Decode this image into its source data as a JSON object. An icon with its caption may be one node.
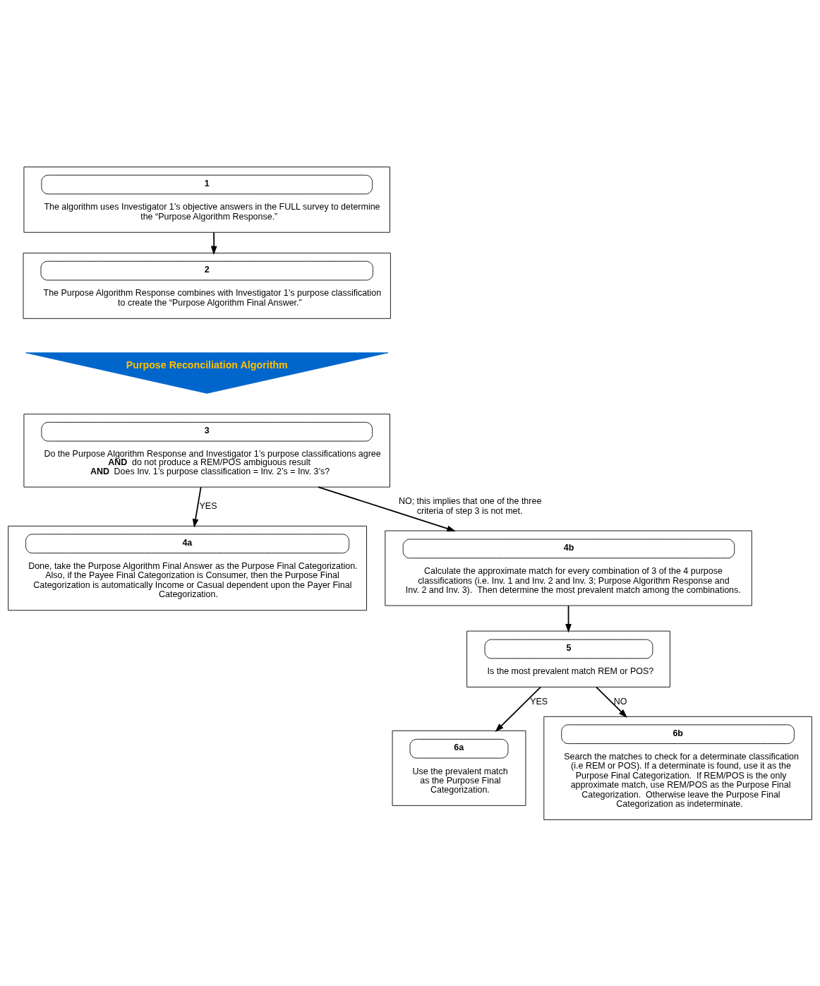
{
  "diagram": {
    "nodes": [
      {
        "text": [
          "1",
          "The algorithm uses Investigator 1’s objective answers in the FULL survey to determine the “Purpose Algorithm Response.”"
        ]
      },
      {
        "text": [
          "2",
          "The Purpose Algorithm Response combines with Investigator 1’s purpose classification to create the “Purpose Algorithm Final Answer.”"
        ]
      },
      {
        "text": [
          "Purpose Reconciliation Algorithm"
        ]
      },
      {
        "text": [
          "3",
          "Do the Purpose Algorithm Response and Investigator 1’s purpose classifications agree **AND** do not produce a REM/POS ambiguous result **AND** Does Inv. 1’s purpose classification = Inv. 2’s = Inv. 3’s?"
        ]
      },
      {
        "text": [
          "4a",
          "Done, take the Purpose Algorithm Final Answer as the Purpose Final Categorization.  Also, if the Payee Final Categorization is Consumer, then the Purpose Final Categorization is automatically Income or Casual dependent upon the Payer Final Categorization."
        ]
      },
      {
        "text": [
          "4b",
          "Calculate the approximate match for every combination of 3 of the 4 purpose classifications (i.e. Inv. 1 and Inv. 2 and Inv. 3; Purpose Algorithm Response and Inv. 2 and Inv. 3).  Then determine the most prevalent match among the combinations."
        ]
      },
      {
        "text": [
          "5",
          "Is the most prevalent match REM or POS?"
        ]
      },
      {
        "text": [
          "6a",
          "Use the prevalent match as the Purpose Final Categorization."
        ]
      },
      {
        "text": [
          "6b",
          "Search the matches to check for a determinate classification (i.e REM or POS). If a determinate is found, use it as the Purpose Final Categorization.  If REM/POS is the only approximate match, use REM/POS as the Purpose Final Categorization.  Otherwise leave the Purpose Final Categorization as indeterminate."
        ]
      }
    ],
    "edges": [
      {
        "from": 0,
        "to": 1,
        "arrow": "to"
      },
      {
        "from": 3,
        "to": 4,
        "arrow": "to",
        "label": "YES"
      },
      {
        "from": 3,
        "to": 5,
        "arrow": "to",
        "label": "NO; this implies that one of the three criteria of step 3 is not met."
      },
      {
        "from": 5,
        "to": 6,
        "arrow": "to"
      },
      {
        "from": 6,
        "to": 7,
        "arrow": "to",
        "label": "YES"
      },
      {
        "from": 6,
        "to": 8,
        "arrow": "to",
        "label": "NO"
      }
    ]
  }
}
